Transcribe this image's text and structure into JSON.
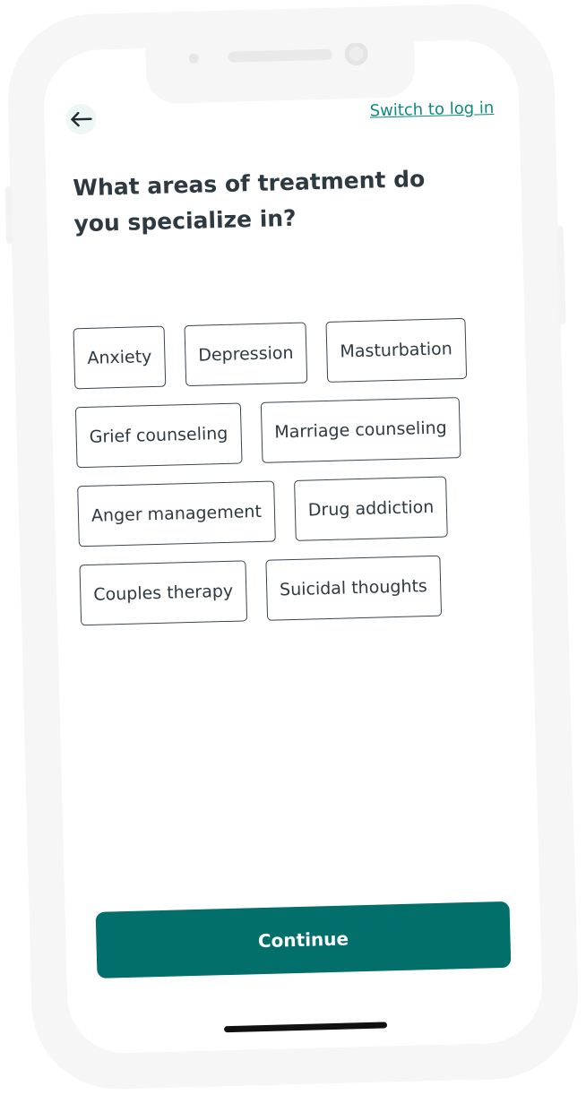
{
  "header": {
    "back_icon": "arrow-left-icon",
    "switch_link_label": "Switch to log in"
  },
  "title": "What areas of treatment do you specialize in?",
  "chips": [
    [
      "Anxiety",
      "Depression",
      "Masturbation"
    ],
    [
      "Grief counseling",
      "Marriage counseling"
    ],
    [
      "Anger management",
      "Drug addiction"
    ],
    [
      "Couples therapy",
      "Suicidal thoughts"
    ]
  ],
  "continue_label": "Continue",
  "colors": {
    "accent": "#026f6b",
    "link": "#0e8a80",
    "text": "#2d3a41",
    "frame": "#f6f6f6"
  }
}
